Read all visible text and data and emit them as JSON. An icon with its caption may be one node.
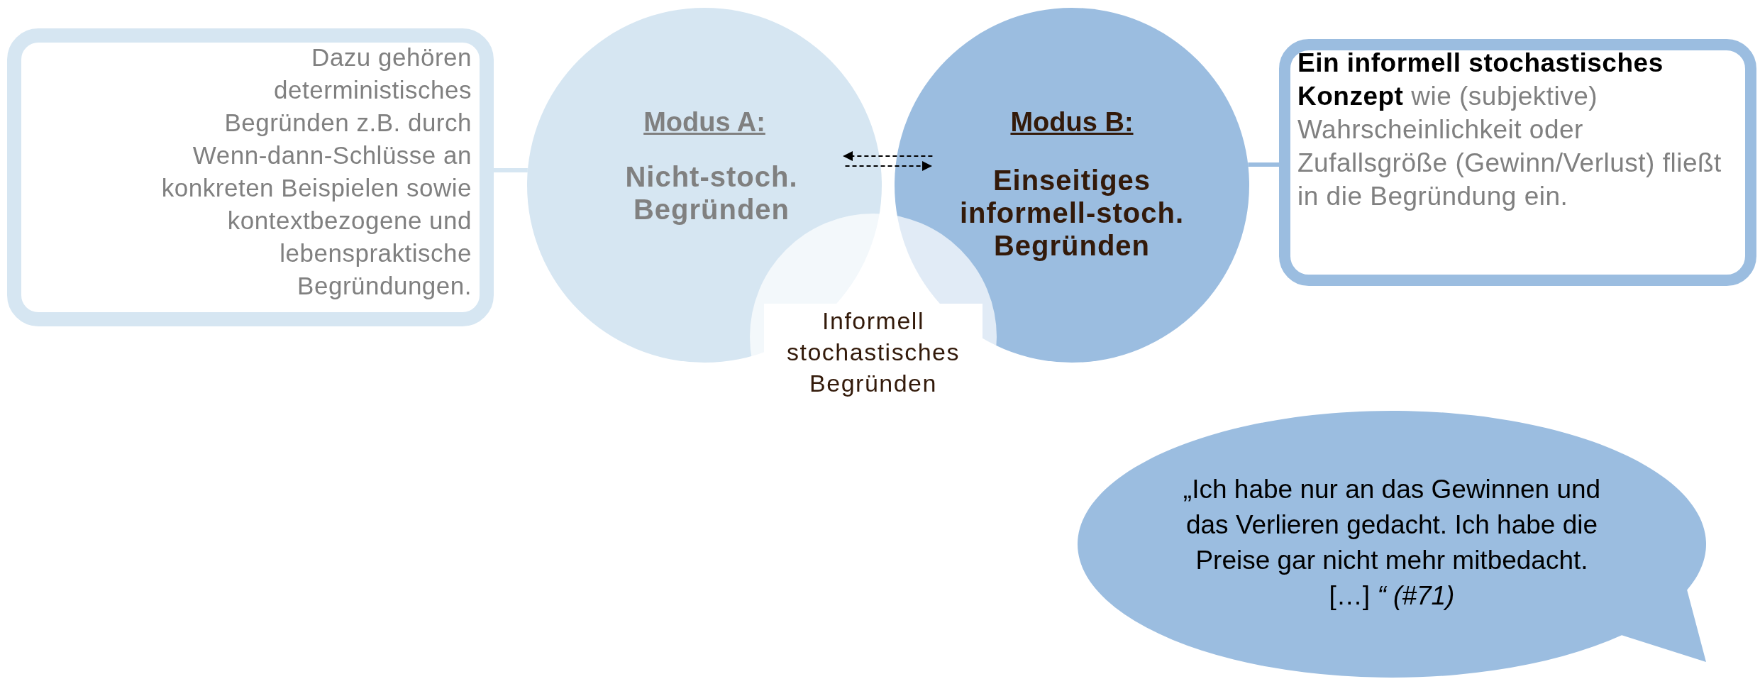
{
  "diagram": {
    "nodes": [
      {
        "text": [
          "Dazu gehören deterministisches Begründen z.B. durch Wenn-dann-Schlüsse an konkreten Beispielen sowie kontextbezogene und lebenspraktische Begründungen."
        ]
      },
      {
        "text": [
          "Modus A:",
          "Nicht-stoch. Begründen"
        ]
      },
      {
        "text": [
          "Modus B:",
          "Einseitiges informell-stoch. Begründen"
        ]
      },
      {
        "text": [
          "**Ein informell stochastisches Konzept** wie (subjektive) Wahrscheinlichkeit oder Zufallsgröße (Gewinn/Verlust) fließt in die Begründung ein."
        ]
      },
      {
        "text": [
          "Informell stochastisches Begründen"
        ]
      },
      {
        "text": [
          "„Ich habe nur an das Gewinnen und das Verlieren gedacht. Ich habe die Preise gar nicht mehr mitbedacht. […] *“ (#71)*"
        ]
      }
    ],
    "edges": [
      {
        "from": 0,
        "to": 1,
        "arrow": "none",
        "style": "thick",
        "color": "#d6e6f2"
      },
      {
        "from": 2,
        "to": 1,
        "arrow": "to",
        "style": "dashed"
      },
      {
        "from": 1,
        "to": 2,
        "arrow": "to",
        "style": "dashed"
      },
      {
        "from": 2,
        "to": 3,
        "arrow": "none",
        "style": "thick",
        "color": "#9bbde0"
      }
    ]
  }
}
